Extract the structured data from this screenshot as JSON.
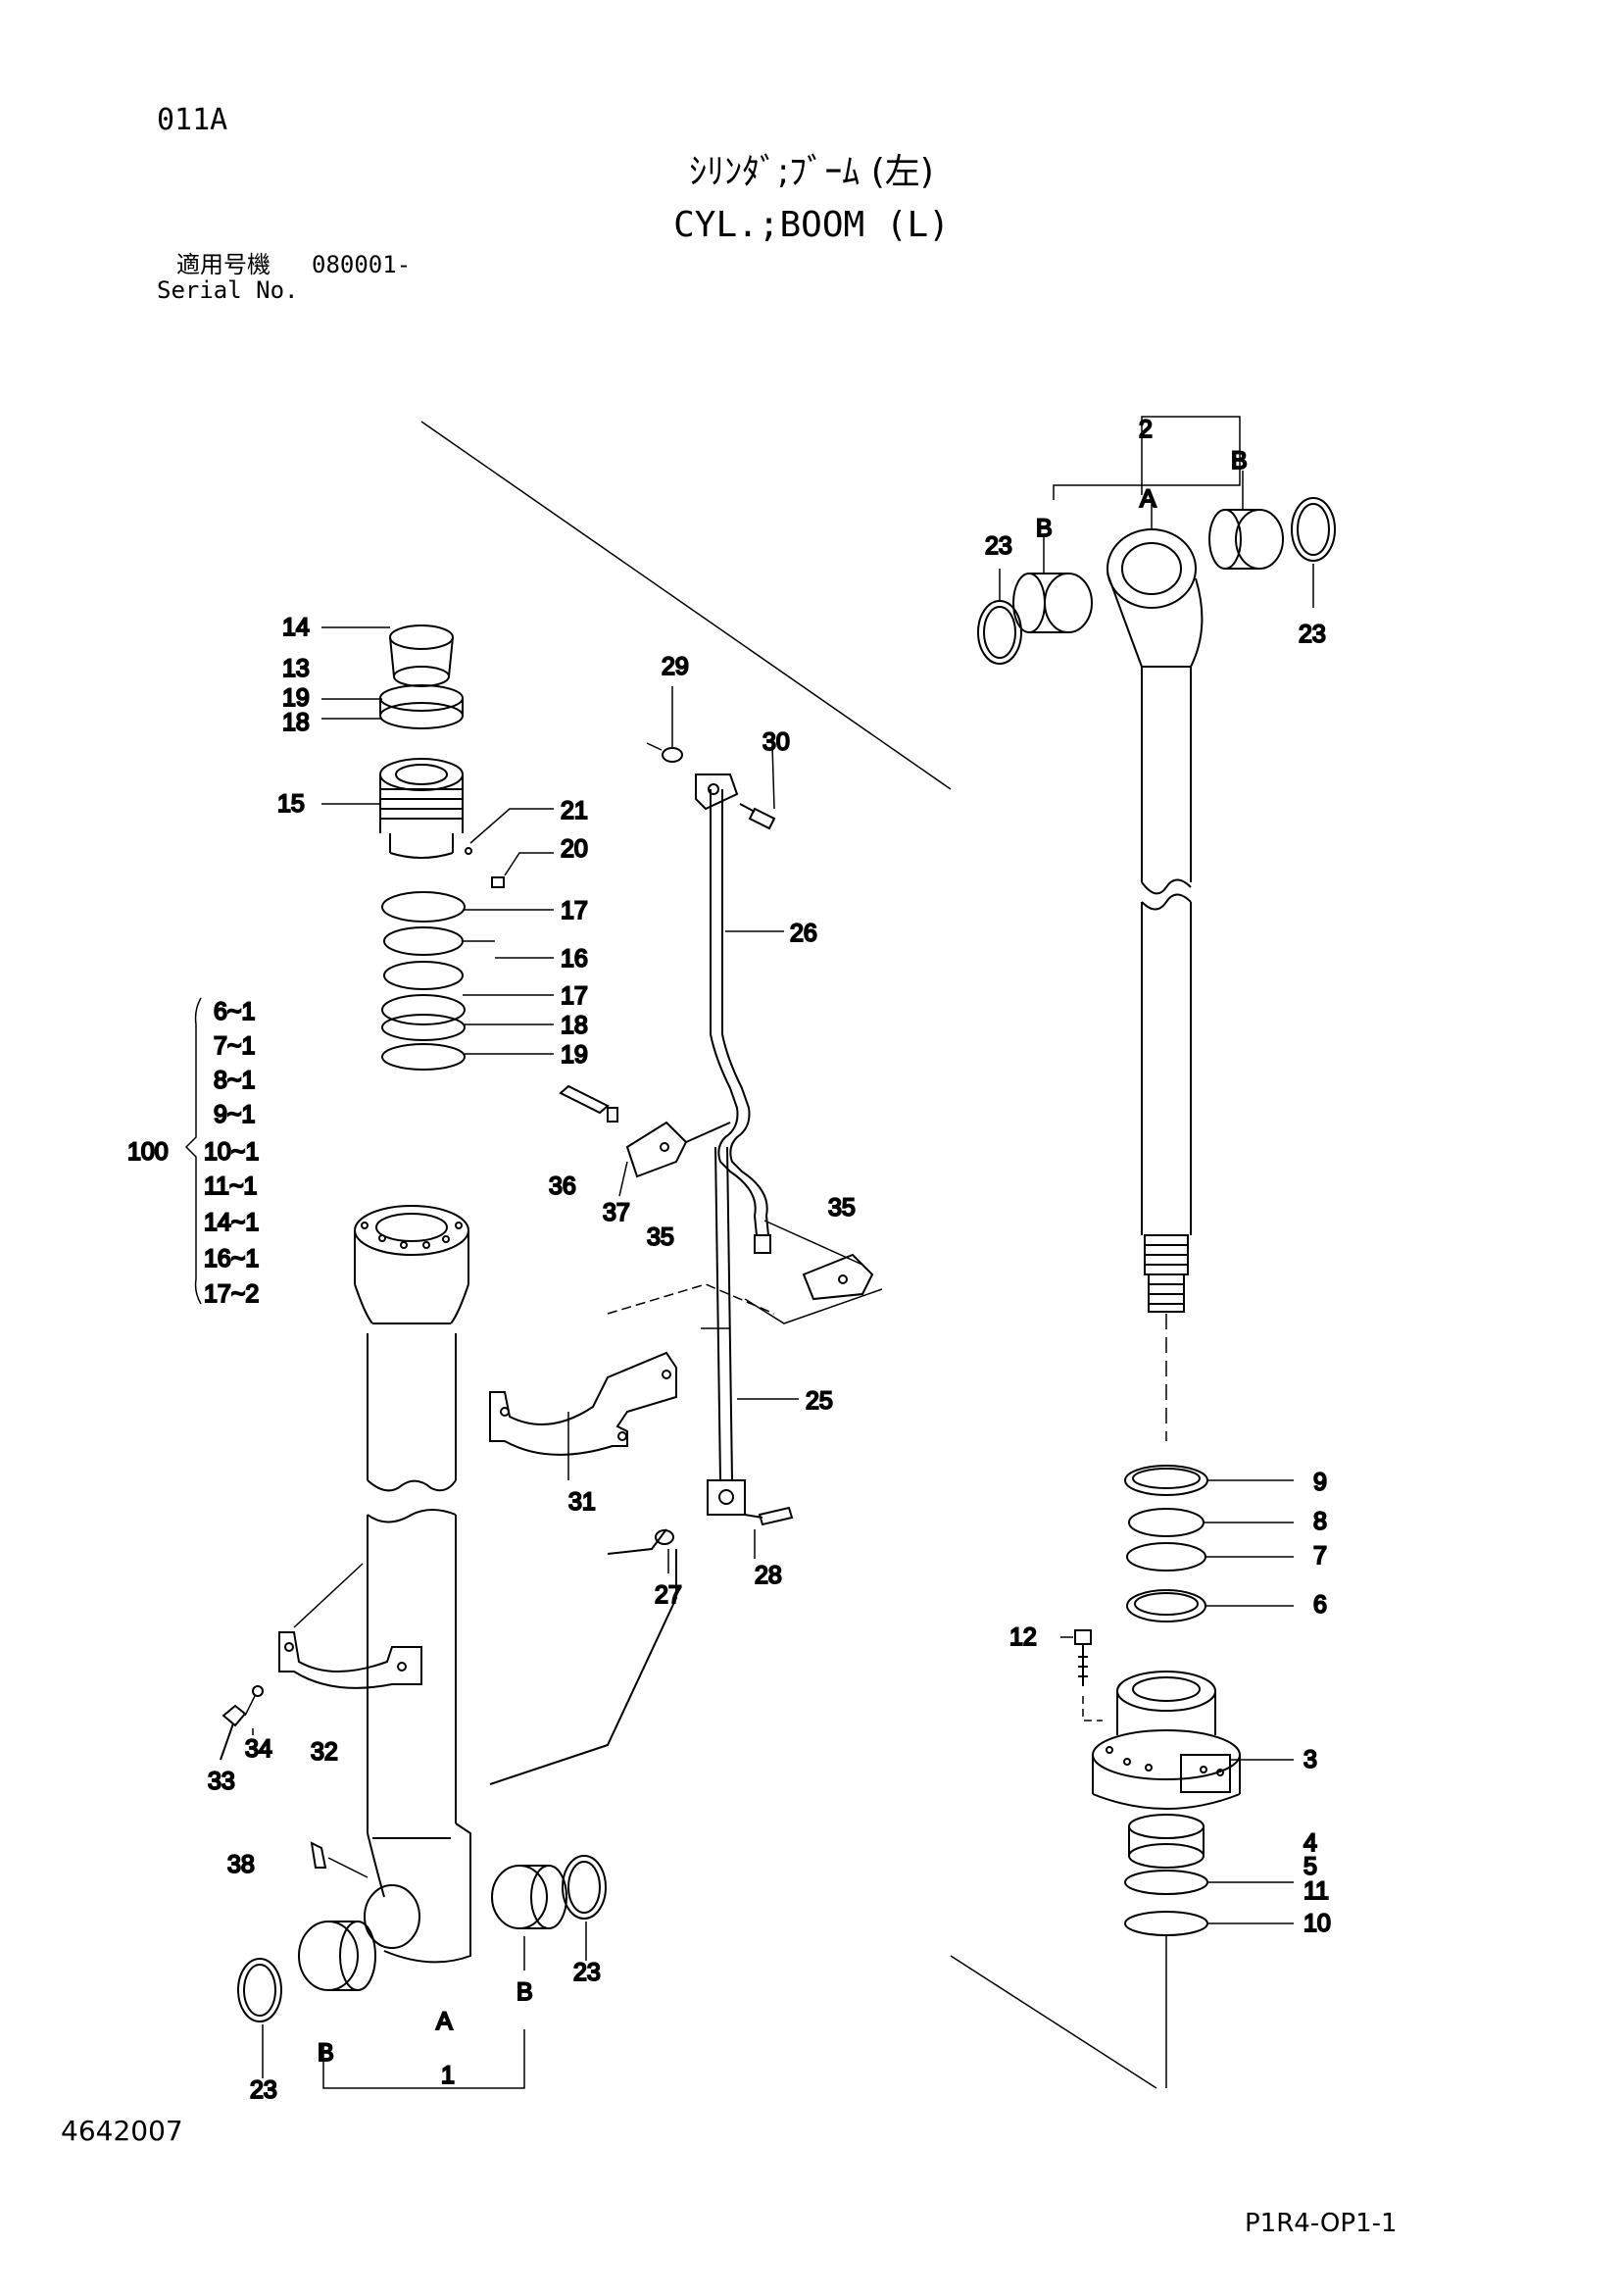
{
  "page_code": "011A",
  "title_jp": "ｼﾘﾝﾀﾞ;ﾌﾞｰﾑ (左)",
  "title_en": "CYL.;BOOM (L)",
  "serial": {
    "label_jp": "適用号機",
    "value": "080001-",
    "label_en": "Serial No."
  },
  "doc_number": "4642007",
  "page_ref": "P1R4-OP1-1",
  "callouts": {
    "c1": "1",
    "c2": "2",
    "c3": "3",
    "c4": "4",
    "c5": "5",
    "c6": "6",
    "c7": "7",
    "c8": "8",
    "c9": "9",
    "c10": "10",
    "c11": "11",
    "c12": "12",
    "c13": "13",
    "c14": "14",
    "c15": "15",
    "c16": "16",
    "c17a": "17",
    "c17b": "17",
    "c18a": "18",
    "c18b": "18",
    "c19a": "19",
    "c19b": "19",
    "c20": "20",
    "c21": "21",
    "c23a": "23",
    "c23b": "23",
    "c23c": "23",
    "c23d": "23",
    "c25": "25",
    "c26": "26",
    "c27": "27",
    "c28": "28",
    "c29": "29",
    "c30": "30",
    "c31": "31",
    "c32": "32",
    "c33": "33",
    "c34": "34",
    "c35a": "35",
    "c35b": "35",
    "c36": "36",
    "c37": "37",
    "c38": "38",
    "a_top": "A",
    "b_top_left": "B",
    "b_top_right": "B",
    "a_bottom": "A",
    "b_bottom_left": "B",
    "b_bottom_right": "B"
  },
  "seal_kit": {
    "parent": "100",
    "items": [
      "6~1",
      "7~1",
      "8~1",
      "9~1",
      "10~1",
      "11~1",
      "14~1",
      "16~1",
      "17~2"
    ]
  }
}
